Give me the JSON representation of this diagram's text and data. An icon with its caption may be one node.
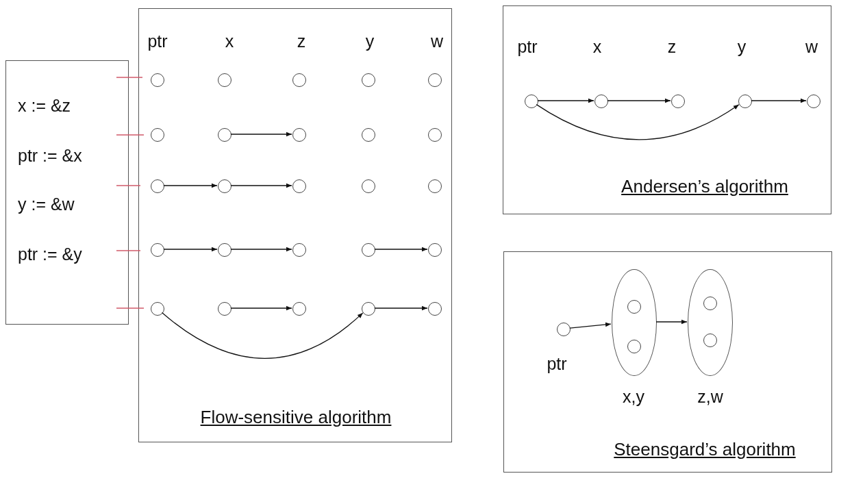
{
  "diagram": {
    "nodes": [
      {
        "text": [
          "x := &z",
          "ptr := &x",
          "y := &w",
          "ptr := &y"
        ]
      },
      {
        "text": [
          "Flow-sensitive algorithm"
        ]
      },
      {
        "text": [],
        "shape": "circle",
        "in": 1
      },
      {
        "text": [],
        "shape": "circle",
        "in": 1
      },
      {
        "text": [],
        "shape": "circle",
        "in": 1
      },
      {
        "text": [],
        "shape": "circle",
        "in": 1
      },
      {
        "text": [],
        "shape": "circle",
        "in": 1
      },
      {
        "text": [],
        "shape": "circle",
        "in": 1
      },
      {
        "text": [],
        "shape": "circle",
        "in": 1
      },
      {
        "text": [],
        "shape": "circle",
        "in": 1
      },
      {
        "text": [],
        "shape": "circle",
        "in": 1
      },
      {
        "text": [],
        "shape": "circle",
        "in": 1
      },
      {
        "text": [],
        "shape": "circle",
        "in": 1
      },
      {
        "text": [],
        "shape": "circle",
        "in": 1
      },
      {
        "text": [],
        "shape": "circle",
        "in": 1
      },
      {
        "text": [],
        "shape": "circle",
        "in": 1
      },
      {
        "text": [],
        "shape": "circle",
        "in": 1
      },
      {
        "text": [],
        "shape": "circle",
        "in": 1
      },
      {
        "text": [],
        "shape": "circle",
        "in": 1
      },
      {
        "text": [],
        "shape": "circle",
        "in": 1
      },
      {
        "text": [],
        "shape": "circle",
        "in": 1
      },
      {
        "text": [],
        "shape": "circle",
        "in": 1
      },
      {
        "text": [],
        "shape": "circle",
        "in": 1
      },
      {
        "text": [],
        "shape": "circle",
        "in": 1
      },
      {
        "text": [],
        "shape": "circle",
        "in": 1
      },
      {
        "text": [],
        "shape": "circle",
        "in": 1
      },
      {
        "text": [],
        "shape": "circle",
        "in": 1
      },
      {
        "text": [
          "Andersen’s algorithm"
        ]
      },
      {
        "text": [],
        "shape": "circle",
        "in": 27
      },
      {
        "text": [],
        "shape": "circle",
        "in": 27
      },
      {
        "text": [],
        "shape": "circle",
        "in": 27
      },
      {
        "text": [],
        "shape": "circle",
        "in": 27
      },
      {
        "text": [],
        "shape": "circle",
        "in": 27
      },
      {
        "text": [
          "Steensgard’s algorithm"
        ]
      },
      {
        "text": [],
        "shape": "circle",
        "in": 33,
        "beside": [
          "ptr"
        ]
      },
      {
        "text": [
          "x,y"
        ],
        "in": 33
      },
      {
        "text": [],
        "shape": "circle",
        "in": 35
      },
      {
        "text": [],
        "shape": "circle",
        "in": 35
      },
      {
        "text": [
          "z,w"
        ],
        "in": 33
      },
      {
        "text": [],
        "shape": "circle",
        "in": 38
      },
      {
        "text": [],
        "shape": "circle",
        "in": 38
      }
    ],
    "edges": [
      {
        "from": 8,
        "to": 9,
        "arrow": "to"
      },
      {
        "from": 12,
        "to": 13,
        "arrow": "to"
      },
      {
        "from": 13,
        "to": 14,
        "arrow": "to"
      },
      {
        "from": 17,
        "to": 18,
        "arrow": "to"
      },
      {
        "from": 18,
        "to": 19,
        "arrow": "to"
      },
      {
        "from": 20,
        "to": 21,
        "arrow": "to"
      },
      {
        "from": 23,
        "to": 24,
        "arrow": "to"
      },
      {
        "from": 22,
        "to": 25,
        "arrow": "to"
      },
      {
        "from": 25,
        "to": 26,
        "arrow": "to"
      },
      {
        "from": 28,
        "to": 29,
        "arrow": "to"
      },
      {
        "from": 29,
        "to": 30,
        "arrow": "to"
      },
      {
        "from": 28,
        "to": 31,
        "arrow": "to"
      },
      {
        "from": 31,
        "to": 32,
        "arrow": "to"
      },
      {
        "from": 34,
        "to": 35,
        "arrow": "to"
      },
      {
        "from": 35,
        "to": 38,
        "arrow": "to"
      }
    ],
    "labels": [
      "ptr",
      "x",
      "z",
      "y",
      "w",
      "ptr",
      "x",
      "z",
      "y",
      "w"
    ]
  }
}
